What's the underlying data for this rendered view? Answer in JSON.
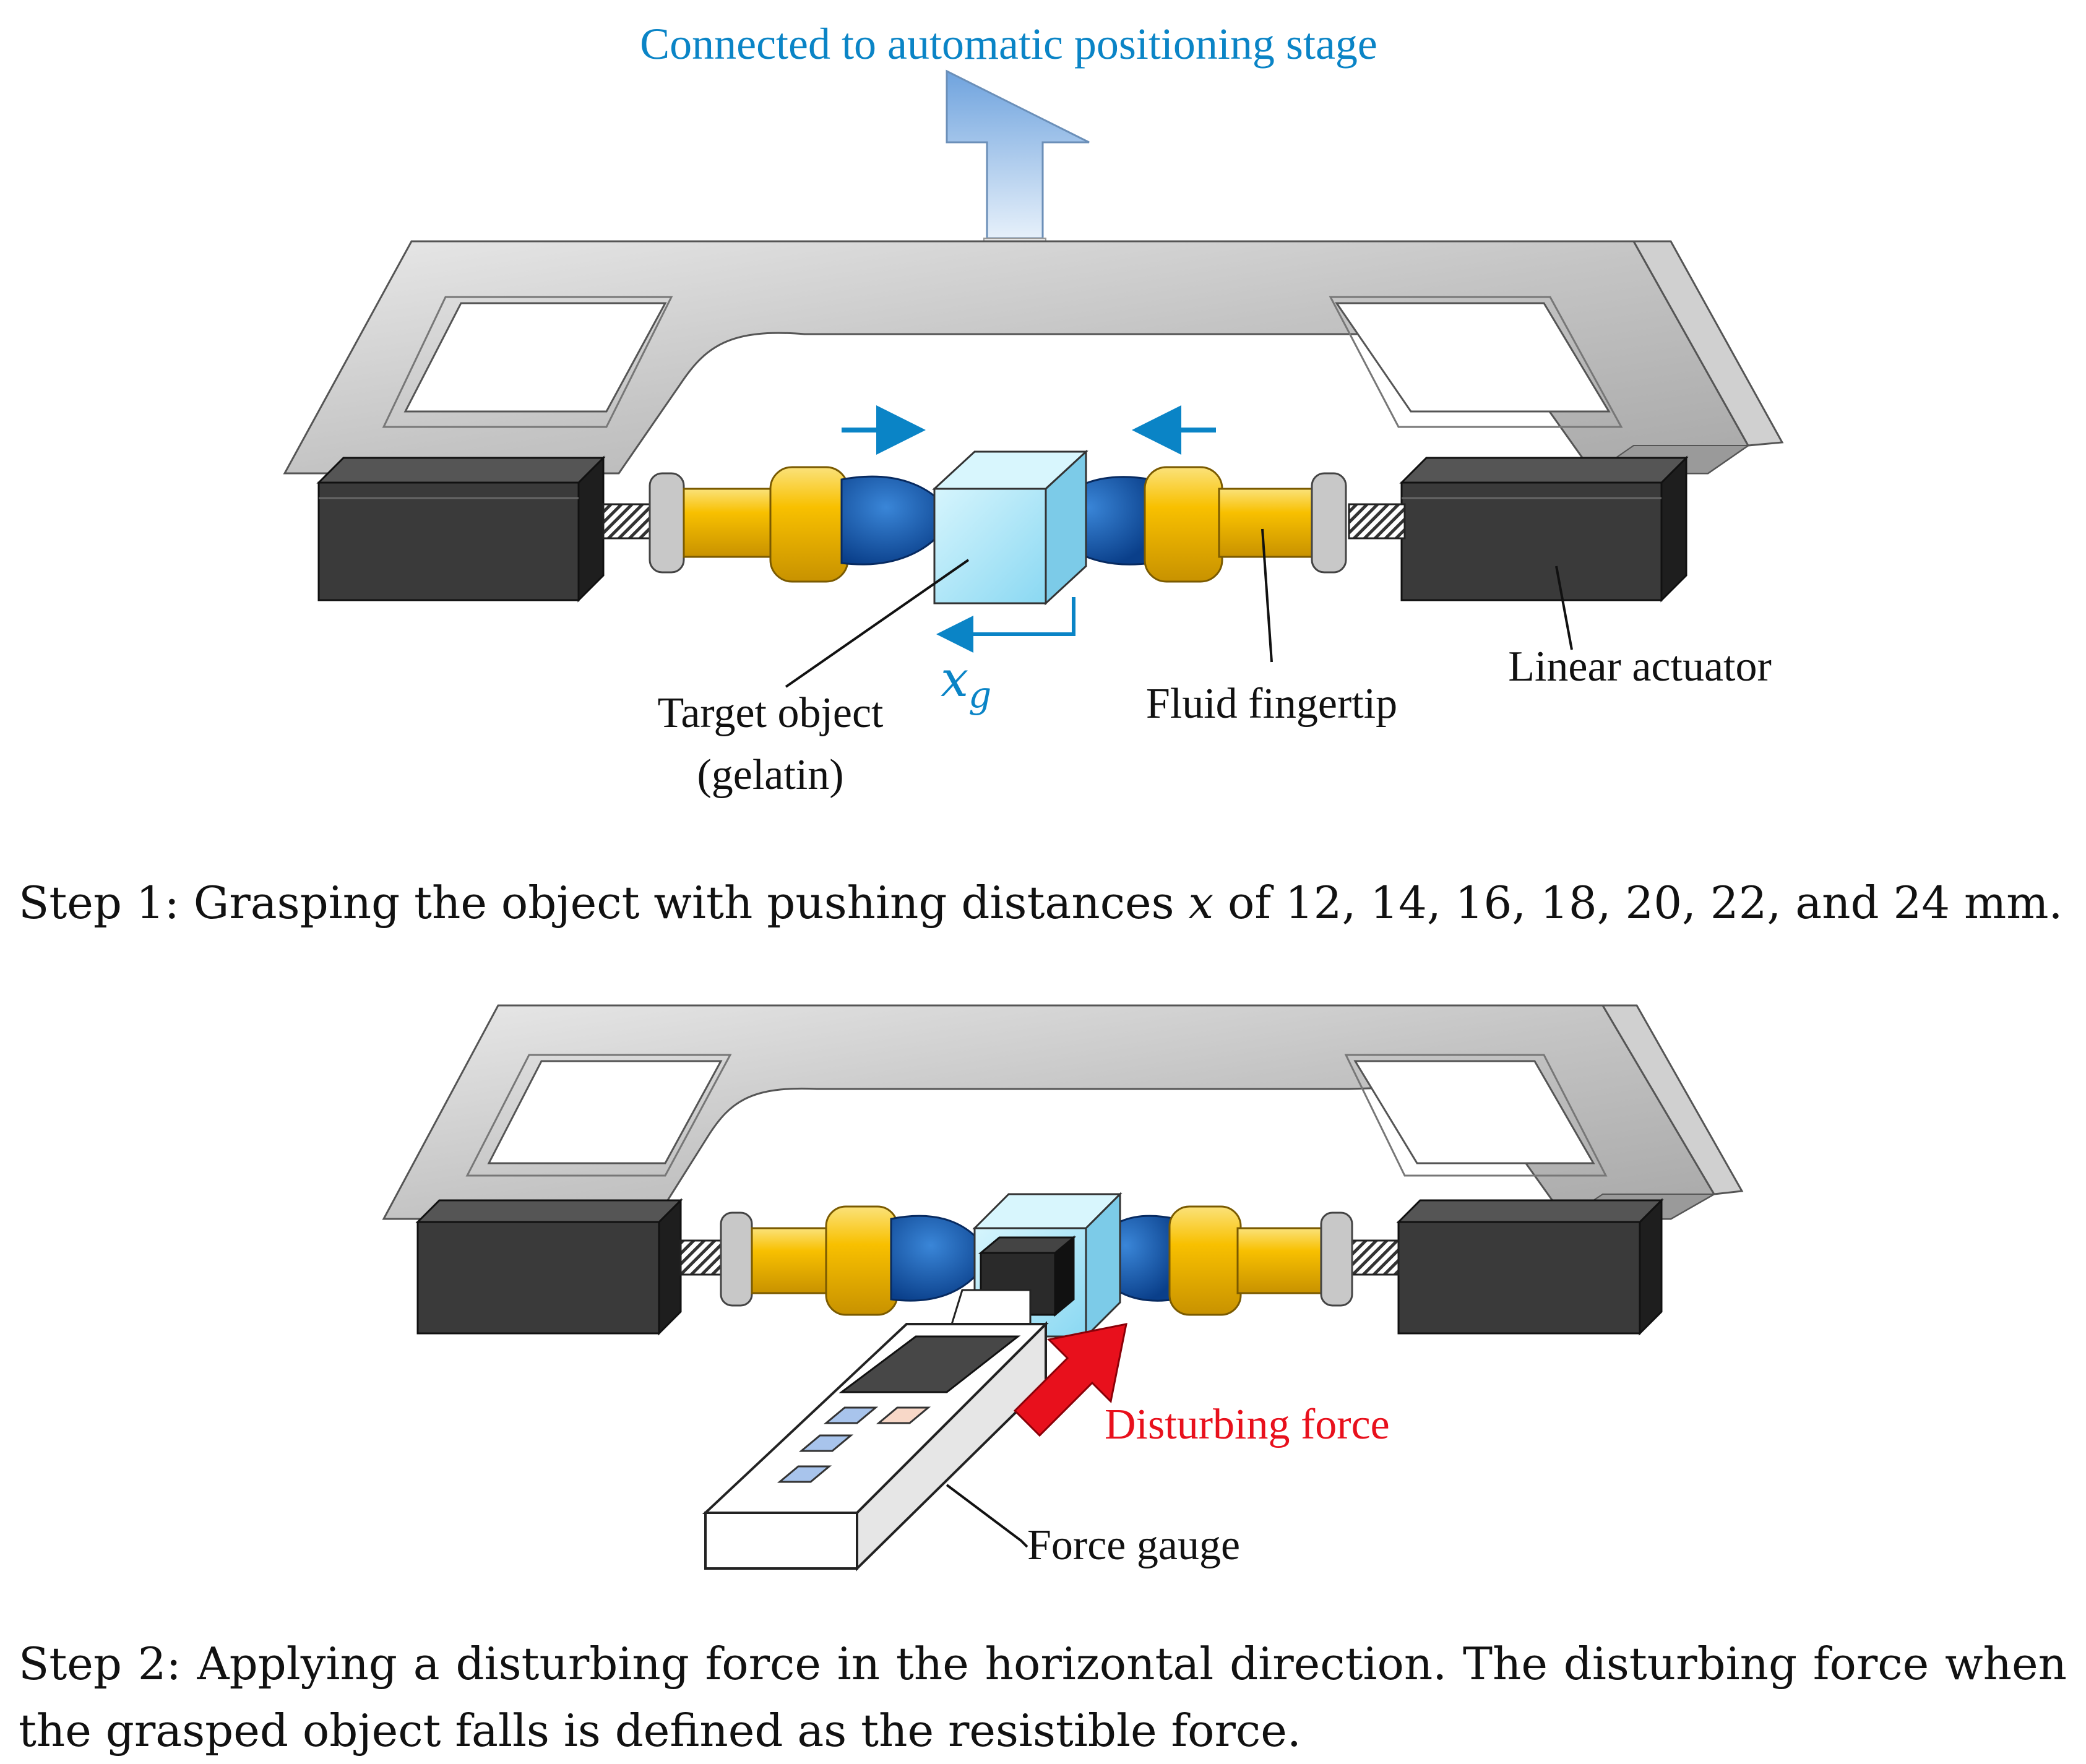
{
  "labels": {
    "stage": "Connected to automatic positioning stage",
    "target_line1": "Target object",
    "target_line2": "(gelatin)",
    "xg_base": "x",
    "xg_sub": "g",
    "fingertip": "Fluid fingertip",
    "actuator": "Linear actuator",
    "disturbing": "Disturbing force",
    "gauge": "Force gauge"
  },
  "captions": {
    "step1_before": "Step 1: Grasping the object with pushing distances ",
    "step1_var": "x",
    "step1_after": " of 12, 14, 16, 18, 20, 22, and 24 mm.",
    "step2": "Step 2: Applying a disturbing force in the horizontal direction. The disturbing force when the grasped object falls is defined as the resistible force."
  },
  "colors": {
    "accent_blue": "#0a84c6",
    "disturb_red": "#e8101c",
    "gold": "#f8c000",
    "finger_blue": "#0e4c9e",
    "gel": "#a8e8f8",
    "actuator": "#3c3c3c",
    "frame": "#c8c8c8"
  }
}
